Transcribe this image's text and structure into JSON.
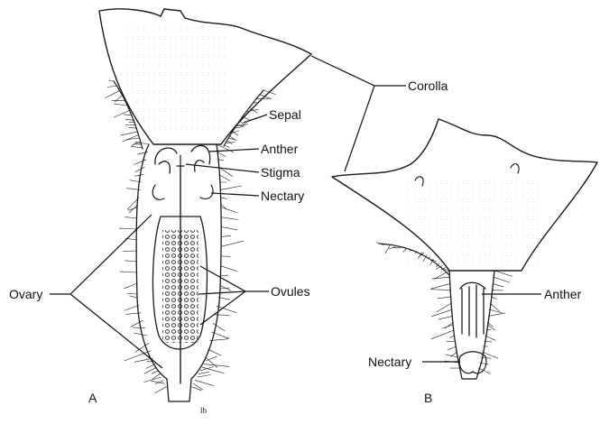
{
  "labels": {
    "corolla": "Corolla",
    "sepal": "Sepal",
    "anther_a": "Anther",
    "stigma": "Stigma",
    "nectary_a": "Nectary",
    "ovary": "Ovary",
    "ovules": "Ovules",
    "anther_b": "Anther",
    "nectary_b": "Nectary"
  },
  "panels": {
    "a": "A",
    "b": "B"
  },
  "signature": "lb"
}
